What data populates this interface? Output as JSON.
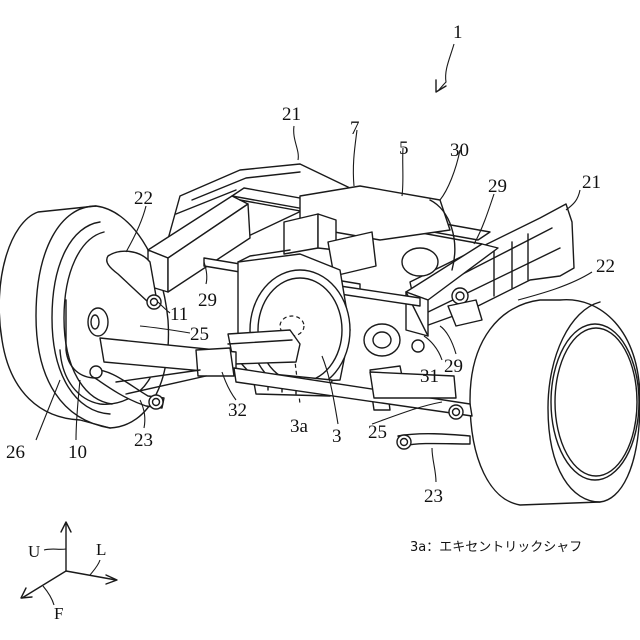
{
  "figure": {
    "type": "patent-drawing",
    "subject": "vehicle rear powertrain and suspension assembly",
    "reference_numerals": [
      {
        "id": "ref-1",
        "label": "1",
        "part": "assembly-arrow"
      },
      {
        "id": "ref-21-left",
        "label": "21",
        "part": "side-frame-left"
      },
      {
        "id": "ref-21-right",
        "label": "21",
        "part": "side-frame-right"
      },
      {
        "id": "ref-7",
        "label": "7",
        "part": "upper-unit"
      },
      {
        "id": "ref-5",
        "label": "5",
        "part": "cross-member"
      },
      {
        "id": "ref-30",
        "label": "30",
        "part": "housing"
      },
      {
        "id": "ref-29-top",
        "label": "29",
        "part": "bracket"
      },
      {
        "id": "ref-22-left",
        "label": "22",
        "part": "upper-arm-left"
      },
      {
        "id": "ref-22-right",
        "label": "22",
        "part": "upper-arm-right"
      },
      {
        "id": "ref-29-left",
        "label": "29",
        "part": "bracket-left"
      },
      {
        "id": "ref-11",
        "label": "11",
        "part": "knuckle-bush"
      },
      {
        "id": "ref-25-left",
        "label": "25",
        "part": "drive-shaft-left"
      },
      {
        "id": "ref-29-right",
        "label": "29",
        "part": "bracket-right"
      },
      {
        "id": "ref-31",
        "label": "31",
        "part": "mount"
      },
      {
        "id": "ref-32",
        "label": "32",
        "part": "exhaust-pipe"
      },
      {
        "id": "ref-3a",
        "label": "3a",
        "part": "eccentric-shaft"
      },
      {
        "id": "ref-3",
        "label": "3",
        "part": "engine"
      },
      {
        "id": "ref-25-right",
        "label": "25",
        "part": "drive-shaft-right"
      },
      {
        "id": "ref-26",
        "label": "26",
        "part": "hub"
      },
      {
        "id": "ref-10",
        "label": "10",
        "part": "wheel"
      },
      {
        "id": "ref-23-left",
        "label": "23",
        "part": "lower-arm-left"
      },
      {
        "id": "ref-23-right",
        "label": "23",
        "part": "lower-arm-right"
      }
    ],
    "caption": "3a：エキセントリックシャフ",
    "axes_legend": {
      "up": "U",
      "left": "L",
      "front": "F"
    }
  }
}
